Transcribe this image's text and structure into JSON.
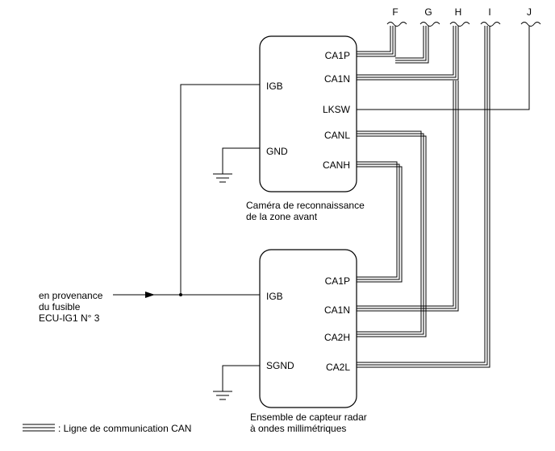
{
  "connectors": [
    "F",
    "G",
    "H",
    "I",
    "J"
  ],
  "camera": {
    "pins": {
      "igb": "IGB",
      "gnd": "GND",
      "ca1p": "CA1P",
      "ca1n": "CA1N",
      "lksw": "LKSW",
      "canl": "CANL",
      "canh": "CANH"
    },
    "caption_line1": "Caméra de reconnaissance",
    "caption_line2": "de la zone avant"
  },
  "radar": {
    "pins": {
      "igb": "IGB",
      "sgnd": "SGND",
      "ca1p": "CA1P",
      "ca1n": "CA1N",
      "ca2h": "CA2H",
      "ca2l": "CA2L"
    },
    "caption_line1": "Ensemble de capteur radar",
    "caption_line2": "à ondes millimétriques"
  },
  "source": {
    "line1": "en provenance",
    "line2": "du fusible",
    "line3": "ECU-IG1 N° 3"
  },
  "legend": {
    "label": ": Ligne de communication CAN"
  }
}
